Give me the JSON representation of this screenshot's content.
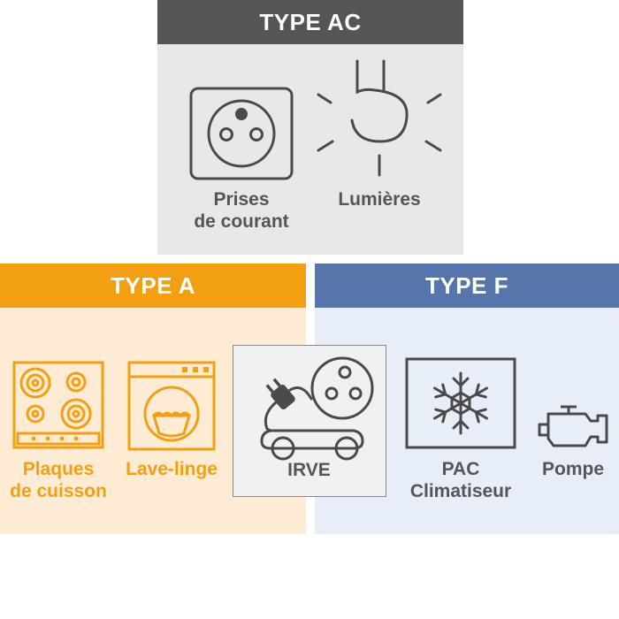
{
  "colors": {
    "ac_header": "#555555",
    "ac_body": "#e8e8ea",
    "a_header": "#f29f12",
    "a_body": "#fdebd4",
    "f_header": "#5676ab",
    "f_body": "#e8eef7",
    "irve_body": "#f0f1f3",
    "icon_dark": "#4a4a4a",
    "icon_orange": "#f29f12",
    "text_dark": "#555555",
    "text_orange": "#f29f12"
  },
  "type_ac": {
    "title": "TYPE AC",
    "items": [
      {
        "label": "Prises\nde courant",
        "icon": "power-outlet-icon"
      },
      {
        "label": "Lumières",
        "icon": "light-bulb-icon"
      }
    ]
  },
  "type_a": {
    "title": "TYPE A",
    "items": [
      {
        "label": "Plaques\nde cuisson",
        "icon": "cooktop-icon"
      },
      {
        "label": "Lave-linge",
        "icon": "washing-machine-icon"
      }
    ]
  },
  "irve": {
    "label": "IRVE",
    "icon": "ev-charger-icon"
  },
  "type_f": {
    "title": "TYPE F",
    "items": [
      {
        "label": "PAC\nClimatiseur",
        "icon": "snowflake-unit-icon"
      },
      {
        "label": "Pompe",
        "icon": "pump-motor-icon"
      }
    ]
  }
}
